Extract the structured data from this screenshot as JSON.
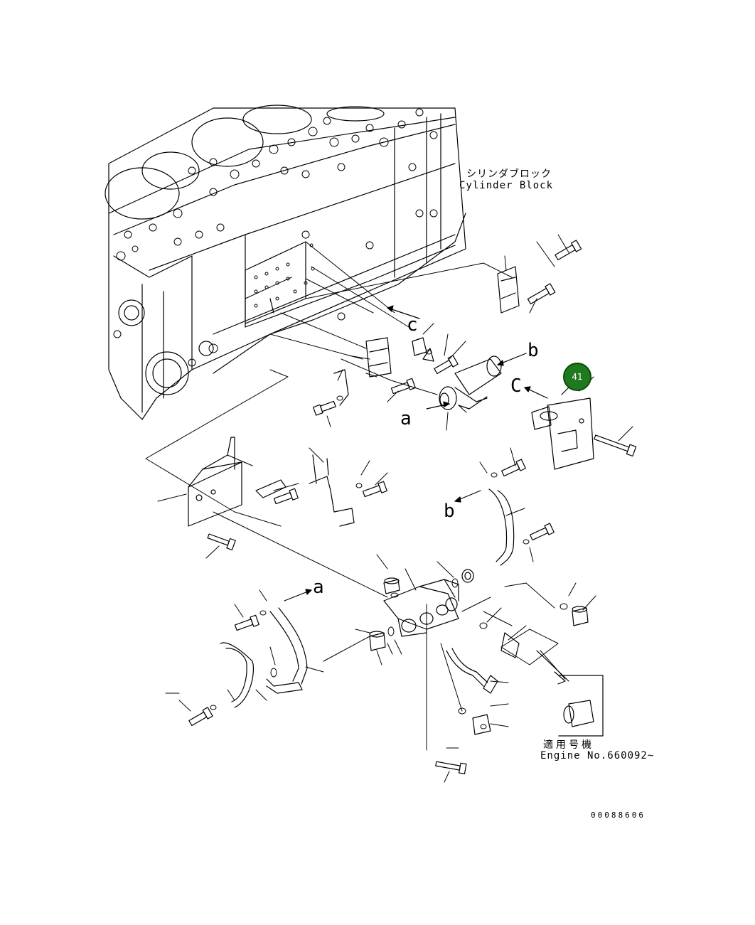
{
  "labels": {
    "block_jp": "シリンダブロック",
    "block_en": "Cylinder Block",
    "applic_jp": "適用号機",
    "applic_en": "Engine No.660092~",
    "drawing_code": "00088606"
  },
  "callouts": {
    "a_top": "a",
    "a_bottom": "a",
    "b_top": "b",
    "b_bottom": "b",
    "c_top": "c",
    "c_right": "C"
  },
  "badge": {
    "number": "41",
    "color": "#1f7a1f"
  }
}
